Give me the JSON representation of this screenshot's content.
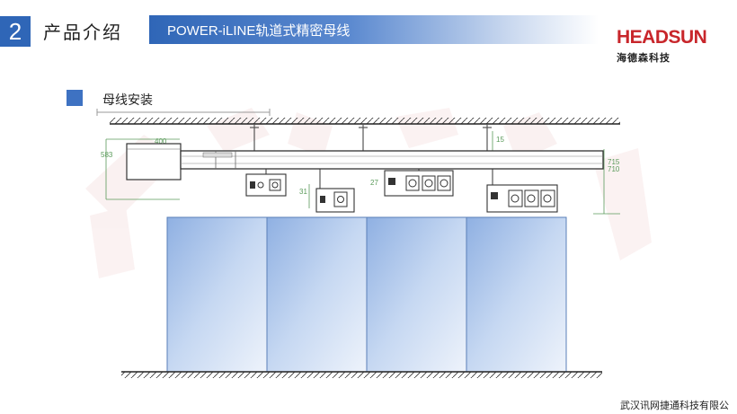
{
  "header": {
    "section_number": "2",
    "section_title": "产品介绍",
    "ribbon_title": "POWER-iLINE轨道式精密母线"
  },
  "logo": {
    "brand": "HEADSUN",
    "sub": "海德森科技"
  },
  "subtitle": "母线安装",
  "dims": {
    "top_width": "400",
    "left_height": "583",
    "right_a": "715",
    "right_b": "710",
    "mid_drop": "15",
    "box_h1": "31",
    "box_h2": "27"
  },
  "footer": {
    "company": "武汉讯网捷通科技有限公司"
  },
  "colors": {
    "accent": "#2f66b7",
    "logo_red": "#c8262b",
    "rack_blue": "#9fbbe6"
  }
}
